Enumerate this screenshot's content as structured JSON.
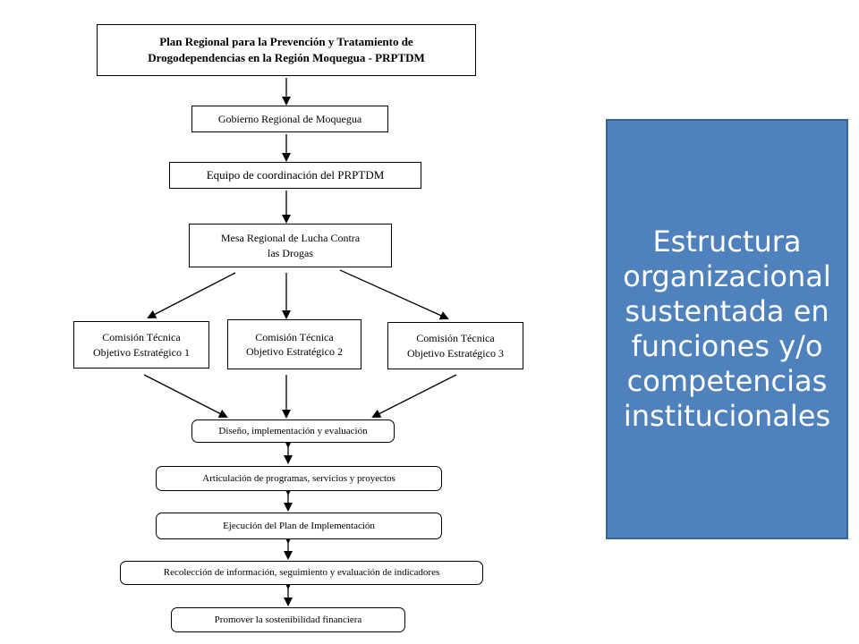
{
  "diagram": {
    "title": [
      "Plan Regional para la Prevención y Tratamiento de",
      "Drogodependencias en la Región Moquegua - PRPTDM"
    ],
    "gobierno": "Gobierno Regional de Moquegua",
    "equipo": "Equipo de coordinación del PRPTDM",
    "mesa": [
      "Mesa Regional de Lucha Contra",
      "las Drogas"
    ],
    "comisiones": [
      [
        "Comisión Técnica",
        "Objetivo Estratégico 1"
      ],
      [
        "Comisión Técnica",
        "Objetivo Estratégico 2"
      ],
      [
        "Comisión Técnica",
        "Objetivo Estratégico 3"
      ]
    ],
    "steps": [
      "Diseño, implementación y evaluación",
      "Articulación de programas, servicios y proyectos",
      "Ejecución del Plan de Implementación",
      "Recolección de información, seguimiento y evaluación de indicadores",
      "Promover la sostenibilidad financiera"
    ]
  },
  "side_panel": {
    "lines": [
      "Estructura",
      "organizacional",
      "sustentada en",
      "funciones y/o",
      "competencias",
      "institucionales"
    ],
    "background_color": "#4f81bd",
    "text_color": "#ffffff"
  }
}
